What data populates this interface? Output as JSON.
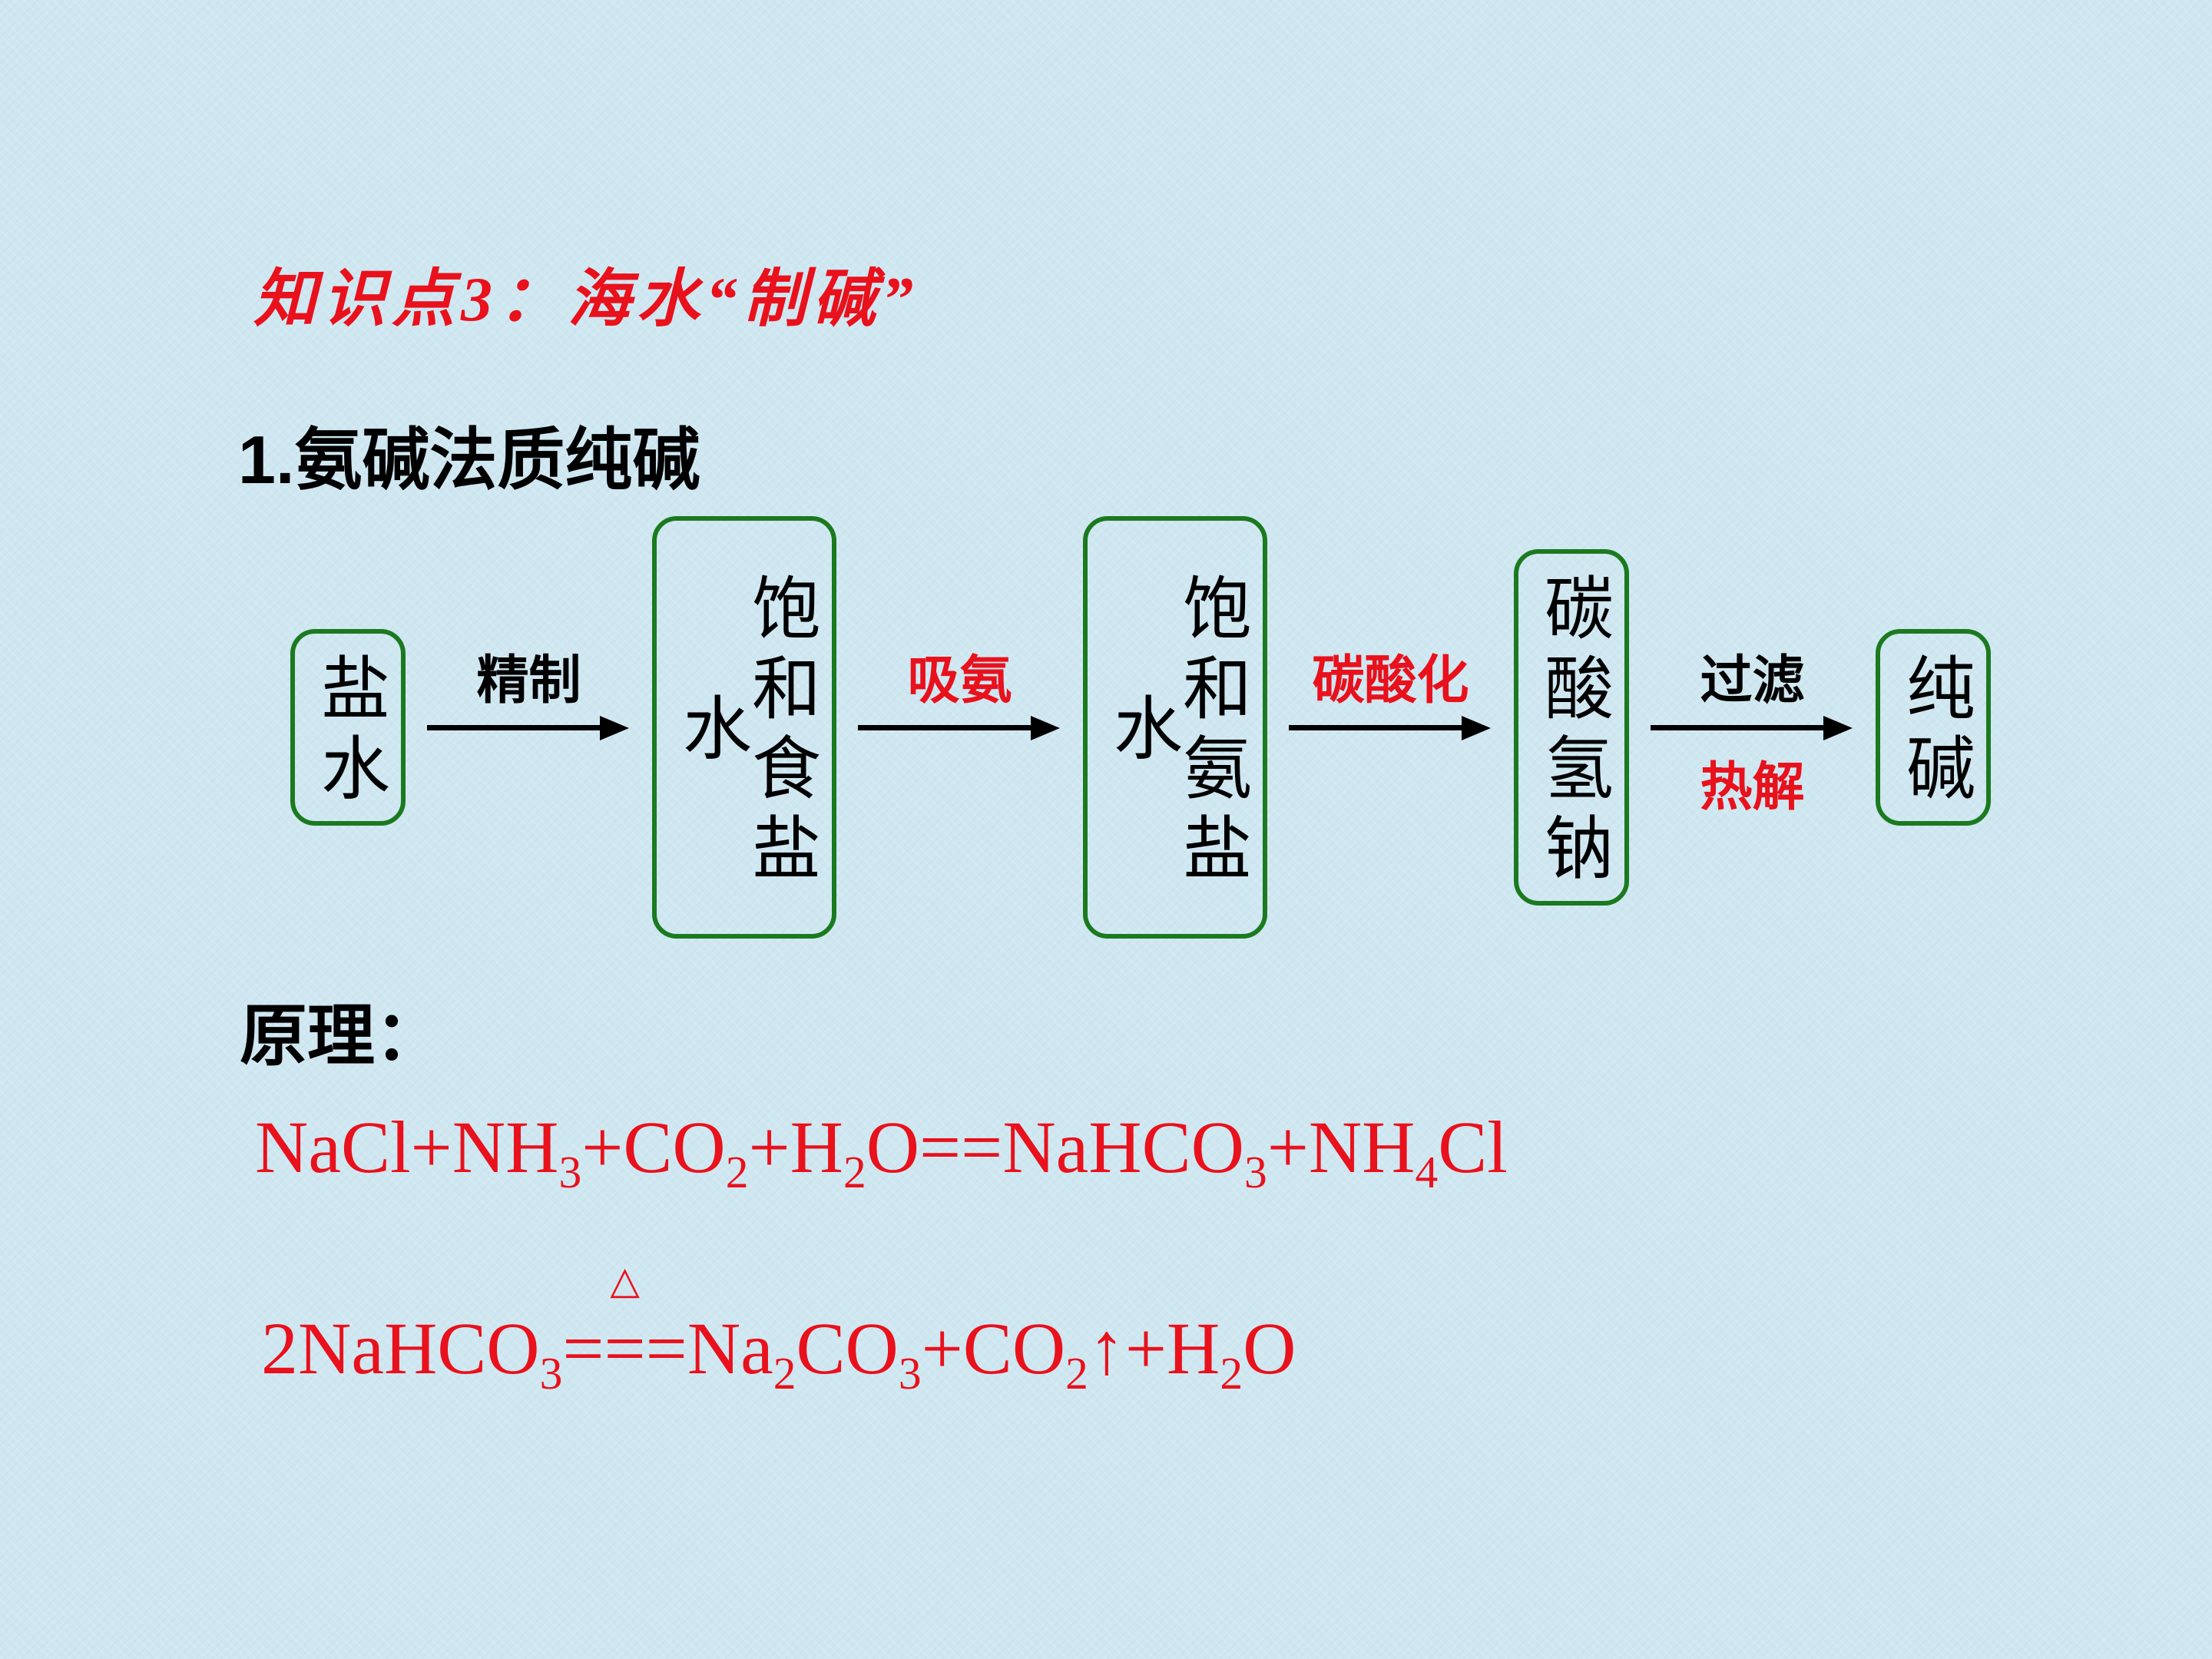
{
  "colors": {
    "bg": "#cfe7f1",
    "red": "#e8111c",
    "green": "#1b7a1f",
    "ink": "#000000"
  },
  "slide": {
    "title": "知识点3：海水“制碱”",
    "subtitle": "1.氨碱法质纯碱",
    "principle_label": "原理："
  },
  "flowchart": {
    "boxes": [
      {
        "text": "盐水"
      },
      {
        "text": "饱和食盐水"
      },
      {
        "text": "饱和氨盐水"
      },
      {
        "text": "碳酸氢钠"
      },
      {
        "text": "纯碱"
      }
    ],
    "steps": [
      {
        "label": "精制"
      },
      {
        "label": "吸氨"
      },
      {
        "label": "碳酸化"
      },
      {
        "label": "过滤",
        "label_below": "热解"
      }
    ]
  },
  "equations": {
    "eq1": [
      {
        "t": "NaCl+NH"
      },
      {
        "t": "3",
        "sub": true
      },
      {
        "t": "+CO"
      },
      {
        "t": "2",
        "sub": true
      },
      {
        "t": "+H"
      },
      {
        "t": "2",
        "sub": true
      },
      {
        "t": "O==NaHCO"
      },
      {
        "t": "3",
        "sub": true
      },
      {
        "t": "+NH"
      },
      {
        "t": "4",
        "sub": true
      },
      {
        "t": "Cl"
      }
    ],
    "eq2": {
      "before": [
        {
          "t": "2NaHCO"
        },
        {
          "t": "3",
          "sub": true
        }
      ],
      "delta": "△",
      "equals": "===",
      "after": [
        {
          "t": "Na"
        },
        {
          "t": "2",
          "sub": true
        },
        {
          "t": "CO"
        },
        {
          "t": "3",
          "sub": true
        },
        {
          "t": "+CO"
        },
        {
          "t": "2",
          "sub": true
        },
        {
          "t": "↑+H"
        },
        {
          "t": "2",
          "sub": true
        },
        {
          "t": "O"
        }
      ]
    }
  }
}
